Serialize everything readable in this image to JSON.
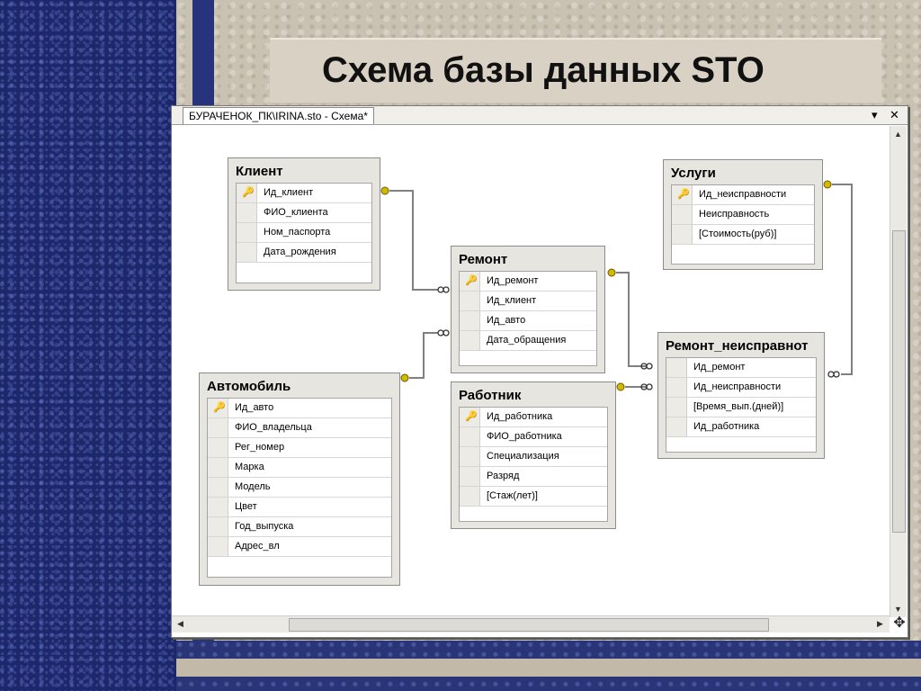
{
  "slide": {
    "title": "Схема базы данных STO"
  },
  "window": {
    "tab_title": "БУРАЧЕНОК_ПК\\IRINA.sto - Схема*",
    "dropdown_glyph": "▾",
    "close_glyph": "✕"
  },
  "tables": {
    "klient": {
      "title": "Клиент",
      "columns": [
        {
          "name": "Ид_клиент",
          "pk": true
        },
        {
          "name": "ФИО_клиента",
          "pk": false
        },
        {
          "name": "Ном_паспорта",
          "pk": false
        },
        {
          "name": "Дата_рождения",
          "pk": false
        }
      ]
    },
    "uslugi": {
      "title": "Услуги",
      "columns": [
        {
          "name": "Ид_неисправности",
          "pk": true
        },
        {
          "name": "Неисправность",
          "pk": false
        },
        {
          "name": "[Стоимость(руб)]",
          "pk": false
        }
      ]
    },
    "remont": {
      "title": "Ремонт",
      "columns": [
        {
          "name": "Ид_ремонт",
          "pk": true
        },
        {
          "name": "Ид_клиент",
          "pk": false
        },
        {
          "name": "Ид_авто",
          "pk": false
        },
        {
          "name": "Дата_обращения",
          "pk": false
        }
      ]
    },
    "remont_neispr": {
      "title": "Ремонт_неисправнот",
      "columns": [
        {
          "name": "Ид_ремонт",
          "pk": false
        },
        {
          "name": "Ид_неисправности",
          "pk": false
        },
        {
          "name": "[Время_вып.(дней)]",
          "pk": false
        },
        {
          "name": "Ид_работника",
          "pk": false
        }
      ]
    },
    "avtomobil": {
      "title": "Автомобиль",
      "columns": [
        {
          "name": "Ид_авто",
          "pk": true
        },
        {
          "name": "ФИО_владельца",
          "pk": false
        },
        {
          "name": "Рег_номер",
          "pk": false
        },
        {
          "name": "Марка",
          "pk": false
        },
        {
          "name": "Модель",
          "pk": false
        },
        {
          "name": "Цвет",
          "pk": false
        },
        {
          "name": "Год_выпуска",
          "pk": false
        },
        {
          "name": "Адрес_вл",
          "pk": false
        }
      ]
    },
    "rabotnik": {
      "title": "Работник",
      "columns": [
        {
          "name": "Ид_работника",
          "pk": true
        },
        {
          "name": "ФИО_работника",
          "pk": false
        },
        {
          "name": "Специализация",
          "pk": false
        },
        {
          "name": "Разряд",
          "pk": false
        },
        {
          "name": "[Стаж(лет)]",
          "pk": false
        }
      ]
    }
  },
  "relationships": [
    {
      "from": "klient",
      "to": "remont"
    },
    {
      "from": "avtomobil",
      "to": "remont"
    },
    {
      "from": "remont",
      "to": "remont_neispr"
    },
    {
      "from": "uslugi",
      "to": "remont_neispr"
    },
    {
      "from": "rabotnik",
      "to": "remont_neispr"
    }
  ],
  "icons": {
    "key": "key-icon",
    "infinity": "infinity-icon",
    "move": "move-icon"
  },
  "colors": {
    "key_icon": "#c9a000",
    "link_line": "#808080",
    "slide_blue": "#1d276b",
    "slide_beige": "#c9c1b2"
  }
}
